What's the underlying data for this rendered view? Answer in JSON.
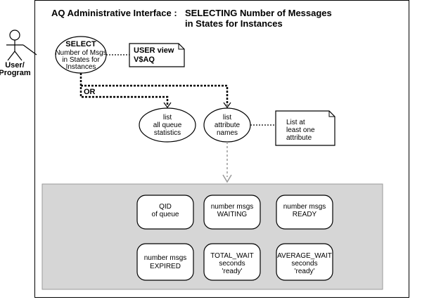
{
  "title": {
    "line1_left": "AQ Administrative Interface :",
    "line1_right": "SELECTING Number of Messages",
    "line2": "in States for Instances"
  },
  "actor": {
    "line1": "User/",
    "line2": "Program"
  },
  "select_node": {
    "line1": "SELECT",
    "line2": "Number of Msgs",
    "line3": "in States for",
    "line4": "Instances"
  },
  "note_user_view": {
    "line1": "USER view",
    "line2": "V$AQ"
  },
  "or_label": "OR",
  "list_stats": {
    "line1": "list",
    "line2": "all queue",
    "line3": "statistics"
  },
  "list_attrs": {
    "line1": "list",
    "line2": "attribute",
    "line3": "names"
  },
  "note_at_least_one": {
    "line1": "List at",
    "line2": "least one",
    "line3": "attribute"
  },
  "attributes": [
    {
      "line1": "QID",
      "line2": "of queue",
      "line3": ""
    },
    {
      "line1": "number msgs",
      "line2": "WAITING",
      "line3": ""
    },
    {
      "line1": "number msgs",
      "line2": "READY",
      "line3": ""
    },
    {
      "line1": "number msgs",
      "line2": "EXPIRED",
      "line3": ""
    },
    {
      "line1": "TOTAL_WAIT",
      "line2": "seconds",
      "line3": "'ready'"
    },
    {
      "line1": "AVERAGE_WAIT",
      "line2": "seconds",
      "line3": "'ready'"
    }
  ]
}
